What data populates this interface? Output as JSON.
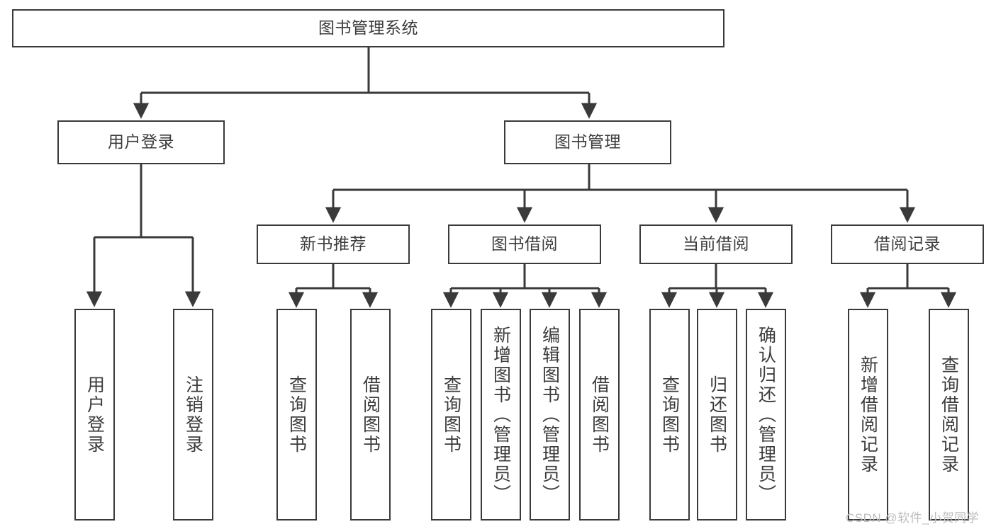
{
  "diagram": {
    "type": "tree",
    "title": "图书管理系统",
    "colors": {
      "stroke": "#3a3a3a",
      "text": "#3c3c3c",
      "background": "#ffffff",
      "watermark": "#bdbdbd"
    },
    "watermark": "CSDN @软件_小贺同学",
    "nodes": {
      "root": {
        "label": "图书管理系统"
      },
      "level2": [
        {
          "label": "用户登录"
        },
        {
          "label": "图书管理"
        }
      ],
      "level3": [
        {
          "label": "新书推荐"
        },
        {
          "label": "图书借阅"
        },
        {
          "label": "当前借阅"
        },
        {
          "label": "借阅记录"
        }
      ],
      "leaves_user_login": [
        {
          "label": "用户登录"
        },
        {
          "label": "注销登录"
        }
      ],
      "leaves_new_book": [
        {
          "label": "查询图书"
        },
        {
          "label": "借阅图书"
        }
      ],
      "leaves_borrow": [
        {
          "label": "查询图书"
        },
        {
          "label": "新增图书（管理员）"
        },
        {
          "label": "编辑图书（管理员）"
        },
        {
          "label": "借阅图书"
        }
      ],
      "leaves_current": [
        {
          "label": "查询图书"
        },
        {
          "label": "归还图书"
        },
        {
          "label": "确认归还（管理员）"
        }
      ],
      "leaves_records": [
        {
          "label": "新增借阅记录"
        },
        {
          "label": "查询借阅记录"
        }
      ]
    }
  }
}
